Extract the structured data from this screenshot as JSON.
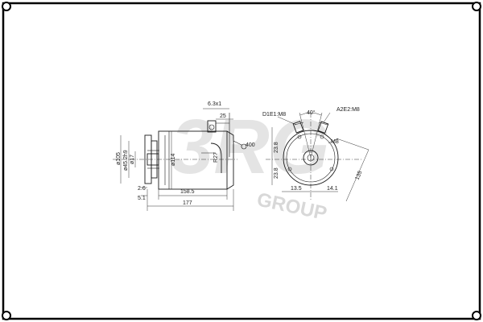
{
  "watermark": {
    "brand": "3RG",
    "word": "GROUP",
    "color": "#cfcfcf"
  },
  "side_view": {
    "labels": {
      "d_shaft_flange": "ø105",
      "d_pilot": "ø45.2h9",
      "d_shaft": "ø17",
      "d_body": "ø114",
      "terminal_thread": "6.3x1",
      "terminal_height": "25",
      "bracket_radius": "R27",
      "cable_length": "400",
      "len_body": "158.5",
      "len_total": "177",
      "len_front": "5.1",
      "len_pilot": "2.6"
    }
  },
  "end_view": {
    "labels": {
      "terminal_d1e1": "D1E1:M8",
      "terminal_a2e2": "A2E2:M8",
      "angle": "40°",
      "bolt": "M8",
      "width": "135",
      "v1": "23.8",
      "v2": "23.8",
      "h1": "13.5",
      "h2": "14.1"
    }
  },
  "colors": {
    "line": "#1a1a1a",
    "border": "#000000",
    "background": "#ffffff"
  }
}
